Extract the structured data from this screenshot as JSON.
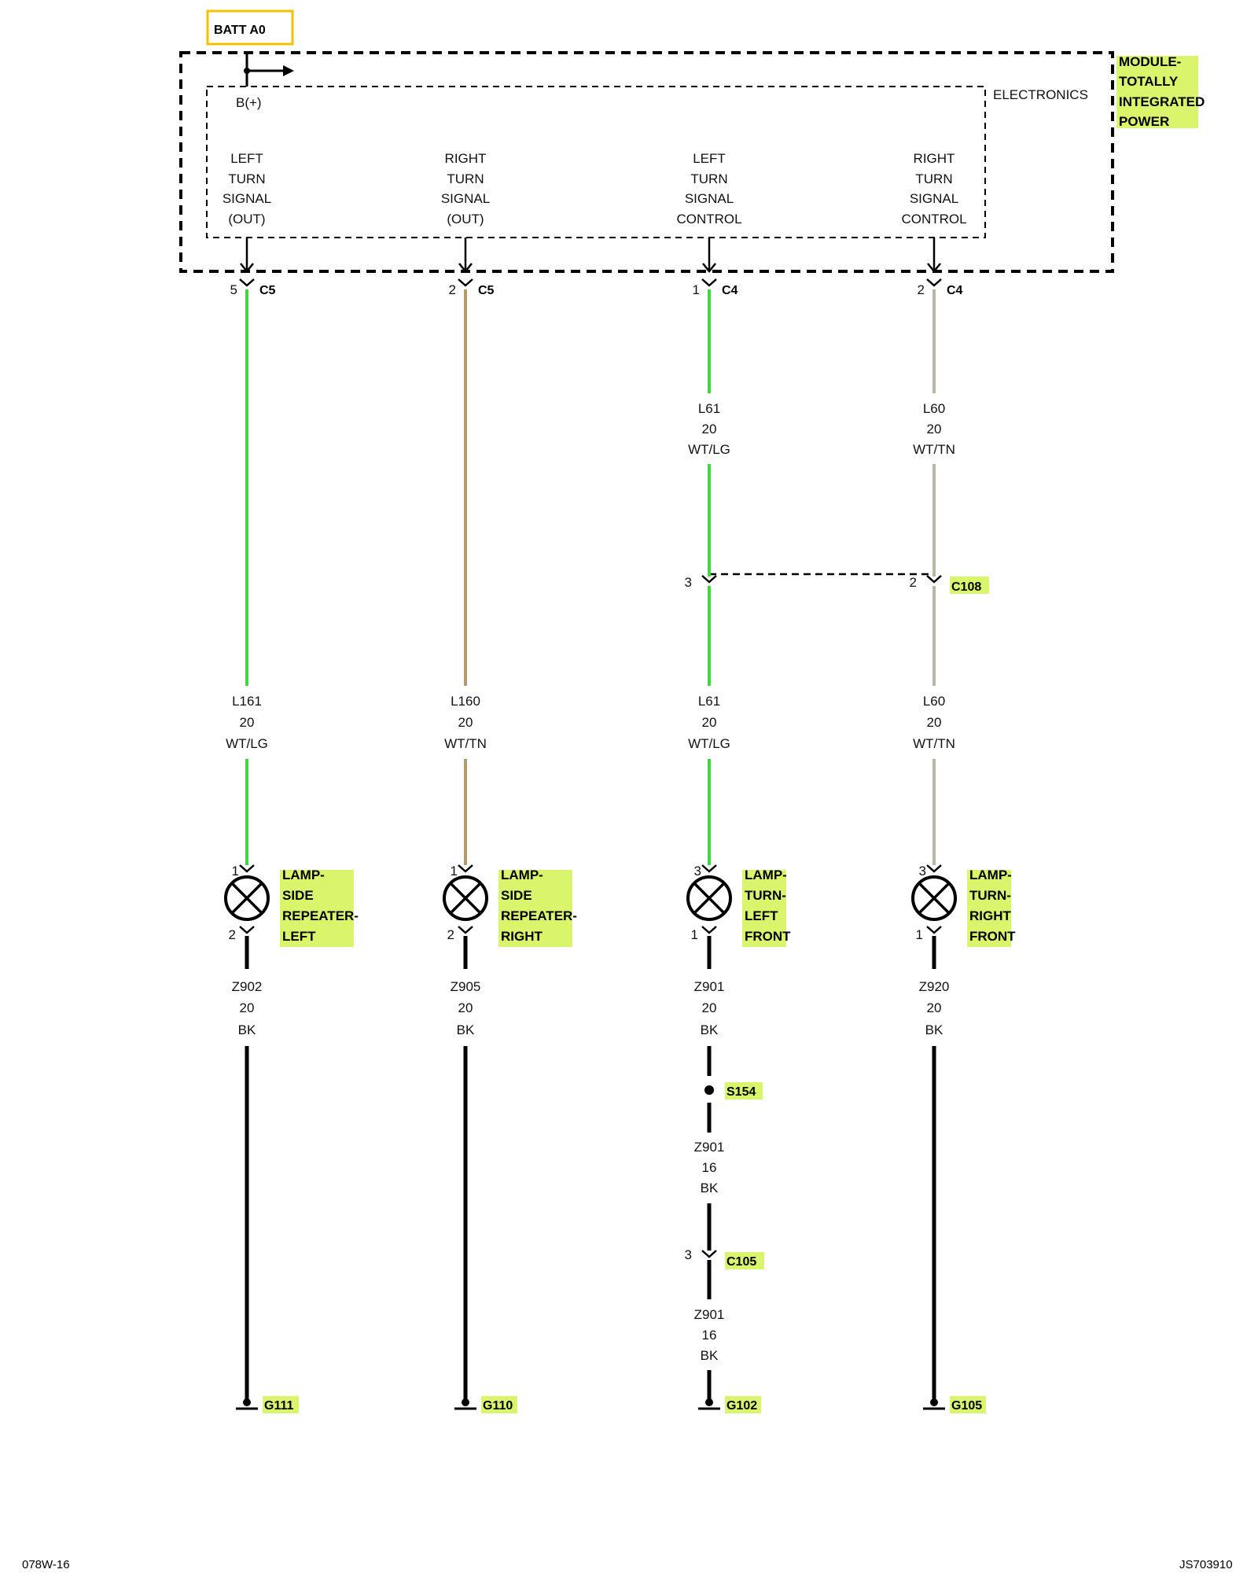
{
  "diagram_id": "078W-16",
  "figure_code": "JS703910",
  "batt_label": "BATT A0",
  "module_title": [
    "MODULE-",
    "TOTALLY",
    "INTEGRATED",
    "POWER"
  ],
  "electronics_label": "ELECTRONICS",
  "b_plus_label": "B(+)",
  "colors": {
    "highlight": "#d9f56b",
    "batt_border": "#f2c200",
    "wire_lg": "#3fd93f",
    "wire_tn": "#b59c6e",
    "wire_tn_light": "#b9b6a2",
    "wire_bk": "#000000"
  },
  "circuits": [
    {
      "signal_label": [
        "LEFT",
        "TURN",
        "SIGNAL",
        "(OUT)"
      ],
      "connector_pin": "5",
      "connector_name": "C5",
      "wire_upper": null,
      "inline_connector": null,
      "wire_lower": [
        "L161",
        "20",
        "WT/LG"
      ],
      "lamp_pin_top": "1",
      "lamp_pin_bottom": "2",
      "lamp_label": [
        "LAMP-",
        "SIDE",
        "REPEATER-",
        "LEFT"
      ],
      "ground_wire": [
        "Z902",
        "20",
        "BK"
      ],
      "splice": null,
      "ground_connector": null,
      "ground_wire_2": null,
      "ground": "G111"
    },
    {
      "signal_label": [
        "RIGHT",
        "TURN",
        "SIGNAL",
        "(OUT)"
      ],
      "connector_pin": "2",
      "connector_name": "C5",
      "wire_upper": null,
      "inline_connector": null,
      "wire_lower": [
        "L160",
        "20",
        "WT/TN"
      ],
      "lamp_pin_top": "1",
      "lamp_pin_bottom": "2",
      "lamp_label": [
        "LAMP-",
        "SIDE",
        "REPEATER-",
        "RIGHT"
      ],
      "ground_wire": [
        "Z905",
        "20",
        "BK"
      ],
      "splice": null,
      "ground_connector": null,
      "ground_wire_2": null,
      "ground": "G110"
    },
    {
      "signal_label": [
        "LEFT",
        "TURN",
        "SIGNAL",
        "CONTROL"
      ],
      "connector_pin": "1",
      "connector_name": "C4",
      "wire_upper": [
        "L61",
        "20",
        "WT/LG"
      ],
      "inline_connector": {
        "pin": "3",
        "name": ""
      },
      "wire_lower": [
        "L61",
        "20",
        "WT/LG"
      ],
      "lamp_pin_top": "3",
      "lamp_pin_bottom": "1",
      "lamp_label": [
        "LAMP-",
        "TURN-",
        "LEFT",
        "FRONT"
      ],
      "ground_wire": [
        "Z901",
        "20",
        "BK"
      ],
      "splice": "S154",
      "splice_wire": [
        "Z901",
        "16",
        "BK"
      ],
      "ground_connector": {
        "pin": "3",
        "name": "C105"
      },
      "ground_wire_2": [
        "Z901",
        "16",
        "BK"
      ],
      "ground": "G102"
    },
    {
      "signal_label": [
        "RIGHT",
        "TURN",
        "SIGNAL",
        "CONTROL"
      ],
      "connector_pin": "2",
      "connector_name": "C4",
      "wire_upper": [
        "L60",
        "20",
        "WT/TN"
      ],
      "inline_connector": {
        "pin": "2",
        "name": "C108"
      },
      "wire_lower": [
        "L60",
        "20",
        "WT/TN"
      ],
      "lamp_pin_top": "3",
      "lamp_pin_bottom": "1",
      "lamp_label": [
        "LAMP-",
        "TURN-",
        "RIGHT",
        "FRONT"
      ],
      "ground_wire": [
        "Z920",
        "20",
        "BK"
      ],
      "splice": null,
      "ground_connector": null,
      "ground_wire_2": null,
      "ground": "G105"
    }
  ]
}
